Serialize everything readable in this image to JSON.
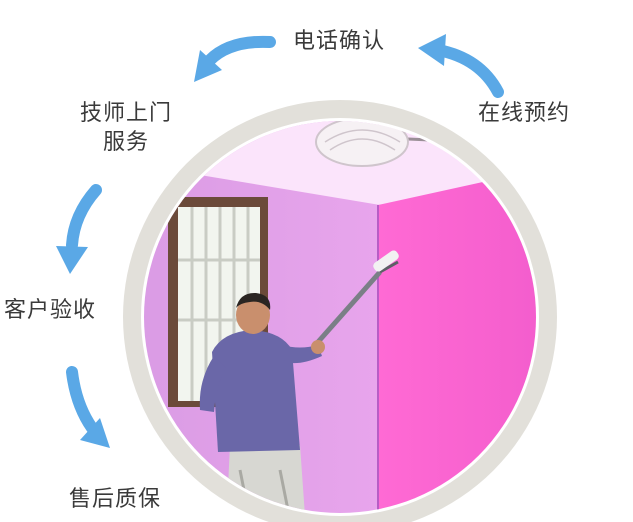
{
  "steps": {
    "online_booking": "在线预约",
    "phone_confirm": "电话确认",
    "technician_visit_line1": "技师上门",
    "technician_visit_line2": "服务",
    "customer_acceptance": "客户验收",
    "after_sales": "售后质保"
  },
  "icons": {
    "arrow_right_to_top": "curved-arrow-icon",
    "arrow_top_to_left": "curved-arrow-icon",
    "arrow_left_down_1": "curved-arrow-icon",
    "arrow_left_down_2": "curved-arrow-icon"
  },
  "colors": {
    "arrow_blue": "#5aa8e6",
    "ring_gray": "#e2e0da",
    "wall_pink": "#ff5fcf",
    "wall_lilac": "#e39be8"
  }
}
